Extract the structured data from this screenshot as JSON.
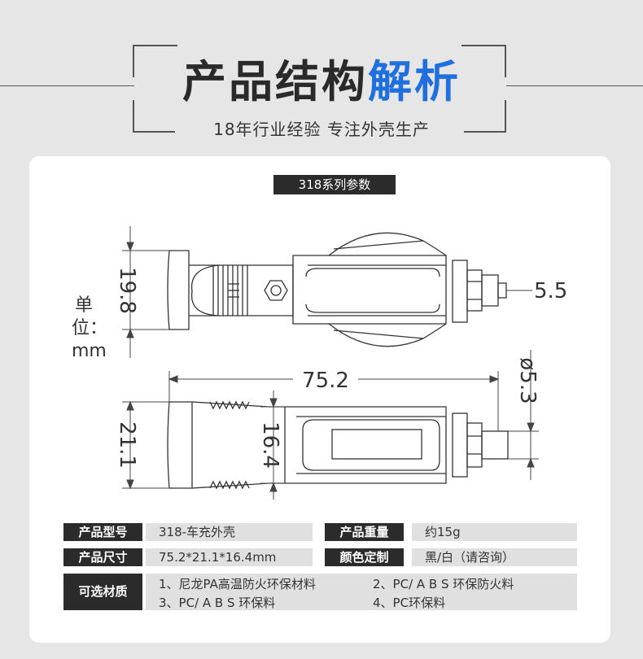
{
  "header": {
    "title_main": "产品结构",
    "title_accent": "解析",
    "subtitle": "18年行业经验 专注外壳生产"
  },
  "card": {
    "series_tag": "318系列参数",
    "unit_label": "单位：mm"
  },
  "dimensions": {
    "height_top": "19.8",
    "tip_length": "5.5",
    "total_length": "75.2",
    "tip_diameter": "ø5.3",
    "height_side": "21.1",
    "body_height": "16.4"
  },
  "specs": {
    "model_label": "产品型号",
    "model_value": "318-车充外壳",
    "weight_label": "产品重量",
    "weight_value": "约15g",
    "size_label": "产品尺寸",
    "size_value": "75.2*21.1*16.4mm",
    "color_label": "颜色定制",
    "color_value": "黑/白（请咨询）",
    "material_label": "可选材质",
    "materials": [
      "1、尼龙PA高温防火环保材料",
      "2、PC/ A B S 环保防火料",
      "3、PC/ A B S 环保料",
      "4、PC环保料"
    ]
  },
  "colors": {
    "accent": "#1f6fe0",
    "dark": "#2b2b2b",
    "cell_bg": "#e0e0e0"
  }
}
